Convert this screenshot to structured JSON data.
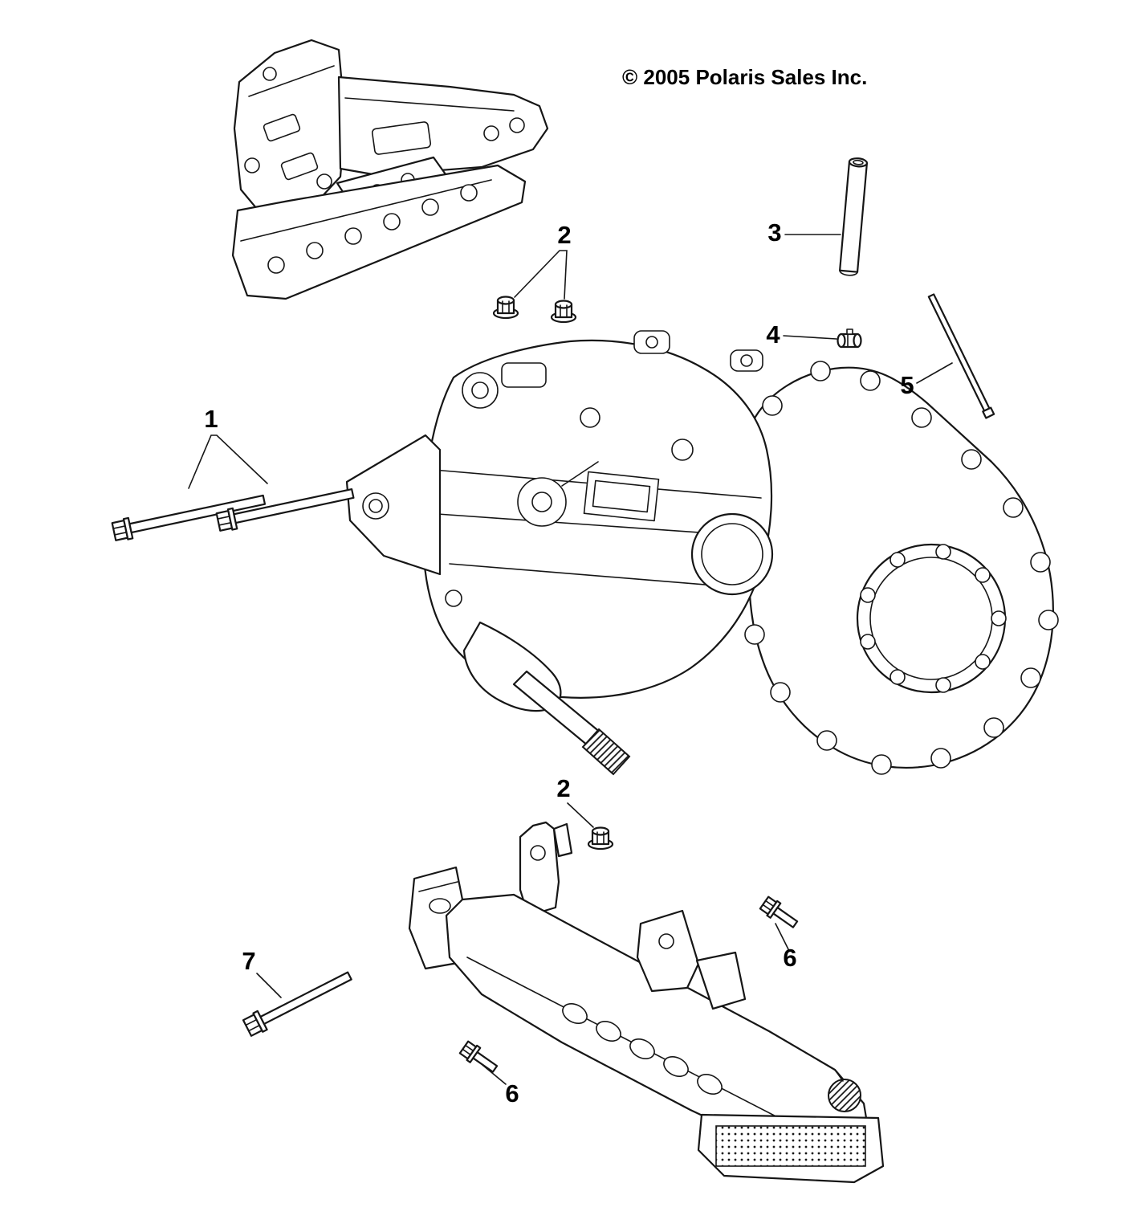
{
  "copyright": "© 2005 Polaris Sales Inc.",
  "callouts": [
    {
      "label": "1",
      "part": "mounting-bolt-pair"
    },
    {
      "label": "2",
      "part": "flange-nut-upper-pair"
    },
    {
      "label": "3",
      "part": "vent-tube"
    },
    {
      "label": "4",
      "part": "tube-clamp"
    },
    {
      "label": "5",
      "part": "vent-line-rod"
    },
    {
      "label": "2",
      "part": "flange-nut-lower"
    },
    {
      "label": "6",
      "part": "flange-screw-right"
    },
    {
      "label": "7",
      "part": "long-mounting-bolt"
    },
    {
      "label": "6",
      "part": "flange-screw-bottom"
    }
  ]
}
